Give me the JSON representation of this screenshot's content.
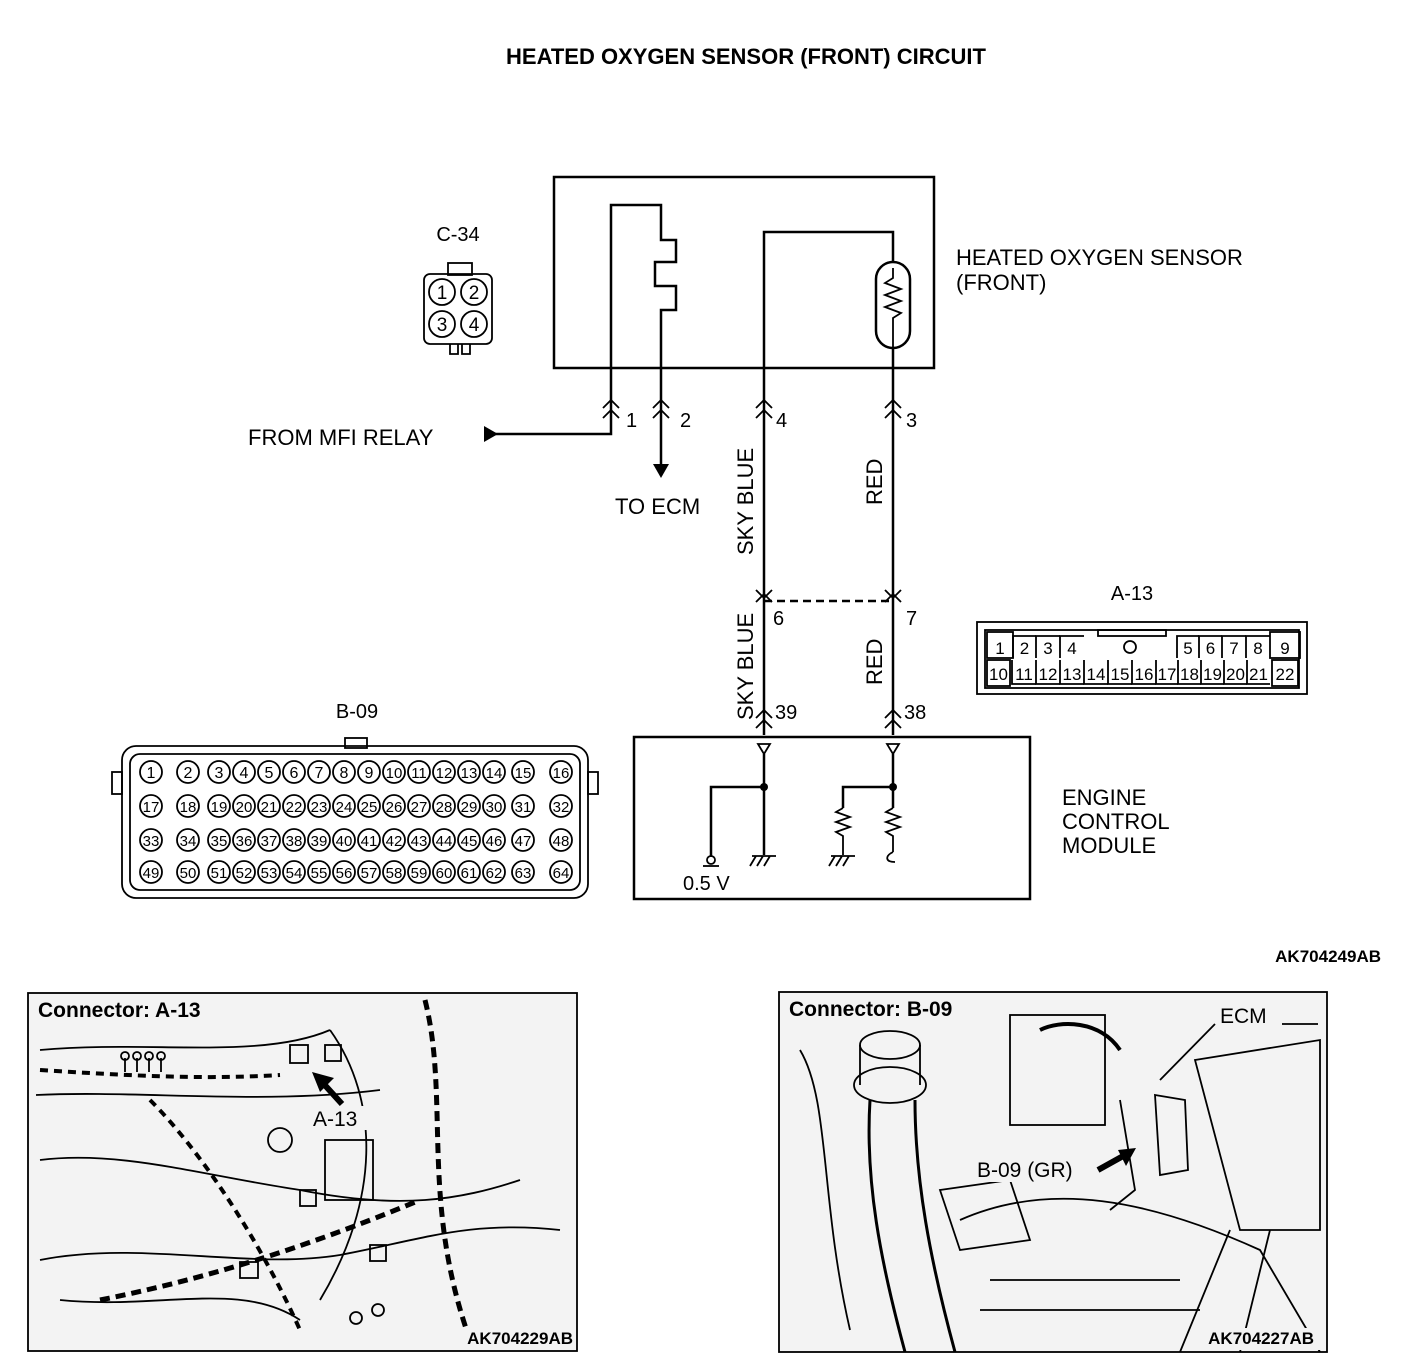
{
  "title": "HEATED OXYGEN SENSOR (FRONT) CIRCUIT",
  "sensor": {
    "line1": "HEATED OXYGEN SENSOR",
    "line2": "(FRONT)"
  },
  "ecm": {
    "line1": "ENGINE",
    "line2": "CONTROL",
    "line3": "MODULE",
    "voltage": "0.5 V"
  },
  "wires": {
    "from_mfi_relay": "FROM MFI RELAY",
    "to_ecm": "TO ECM",
    "sky_blue": "SKY BLUE",
    "red": "RED"
  },
  "pins": {
    "p1": "1",
    "p2": "2",
    "p3": "3",
    "p4": "4",
    "p6": "6",
    "p7": "7",
    "p38": "38",
    "p39": "39"
  },
  "connectors": {
    "c34": {
      "label": "C-34",
      "pins": [
        "1",
        "2",
        "3",
        "4"
      ]
    },
    "a13": {
      "label": "A-13",
      "top_row": [
        "1",
        "2",
        "3",
        "4",
        "5",
        "6",
        "7",
        "8",
        "9"
      ],
      "bottom_row": [
        "10",
        "11",
        "12",
        "13",
        "14",
        "15",
        "16",
        "17",
        "18",
        "19",
        "20",
        "21",
        "22"
      ]
    },
    "b09": {
      "label": "B-09",
      "rows": [
        [
          "1",
          "2",
          "3",
          "4",
          "5",
          "6",
          "7",
          "8",
          "9",
          "10",
          "11",
          "12",
          "13",
          "14",
          "15",
          "16"
        ],
        [
          "17",
          "18",
          "19",
          "20",
          "21",
          "22",
          "23",
          "24",
          "25",
          "26",
          "27",
          "28",
          "29",
          "30",
          "31",
          "32"
        ],
        [
          "33",
          "34",
          "35",
          "36",
          "37",
          "38",
          "39",
          "40",
          "41",
          "42",
          "43",
          "44",
          "45",
          "46",
          "47",
          "48"
        ],
        [
          "49",
          "50",
          "51",
          "52",
          "53",
          "54",
          "55",
          "56",
          "57",
          "58",
          "59",
          "60",
          "61",
          "62",
          "63",
          "64"
        ]
      ]
    }
  },
  "diagram_code": "AK704249AB",
  "photo_left": {
    "caption": "Connector: A-13",
    "callout": "A-13",
    "code": "AK704229AB"
  },
  "photo_right": {
    "caption": "Connector: B-09",
    "callout_ecm": "ECM",
    "callout_b09": "B-09 (GR)",
    "code": "AK704227AB"
  }
}
